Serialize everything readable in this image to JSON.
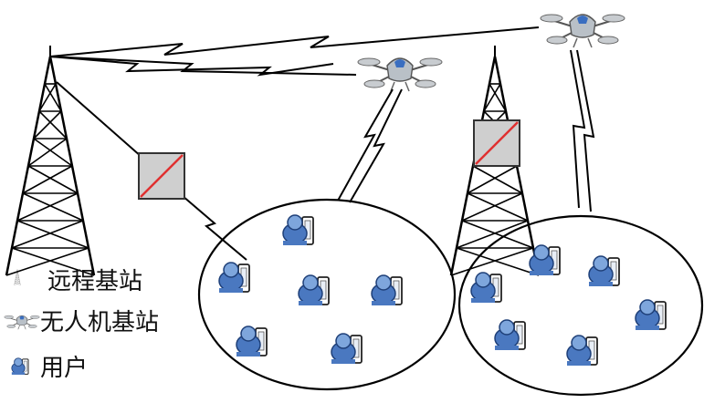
{
  "legend": {
    "items": [
      {
        "icon": "tower-icon",
        "label": "远程基站"
      },
      {
        "icon": "drone-icon",
        "label": "无人机基站"
      },
      {
        "icon": "user-icon",
        "label": "用户"
      }
    ]
  },
  "colors": {
    "line": "#000000",
    "relay_box": "#cfcfcf",
    "relay_slash": "#e03030",
    "user_head": "#6f9bd6",
    "user_body": "#4a78c0",
    "drone_body": "#b9c0c7",
    "drone_accent": "#3a6ec0"
  }
}
